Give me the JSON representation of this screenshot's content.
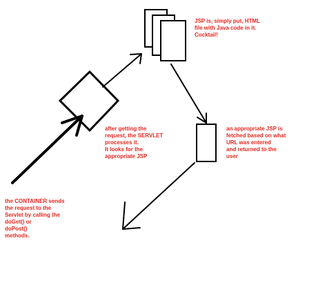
{
  "colors": {
    "annotation": "#e8261f",
    "stroke": "#000000",
    "fill": "#ffffff"
  },
  "notes": {
    "jsp_description": [
      "JSP is, simply put, HTML",
      "file with Java code in it.",
      "Cocktail!"
    ],
    "servlet_processing": [
      "after getting the",
      "request, the SERVLET",
      "processes it.",
      "It looks for the",
      "appropriate JSP"
    ],
    "jsp_fetched": [
      "an appropriate JSP is",
      "fetched based on what",
      "URL was entered",
      "and returned to the",
      "user"
    ],
    "container_request": [
      "the CONTAINER sends",
      "the request to the",
      "Servlet by calling the",
      "doGet() or",
      "doPost()",
      "methods."
    ]
  }
}
